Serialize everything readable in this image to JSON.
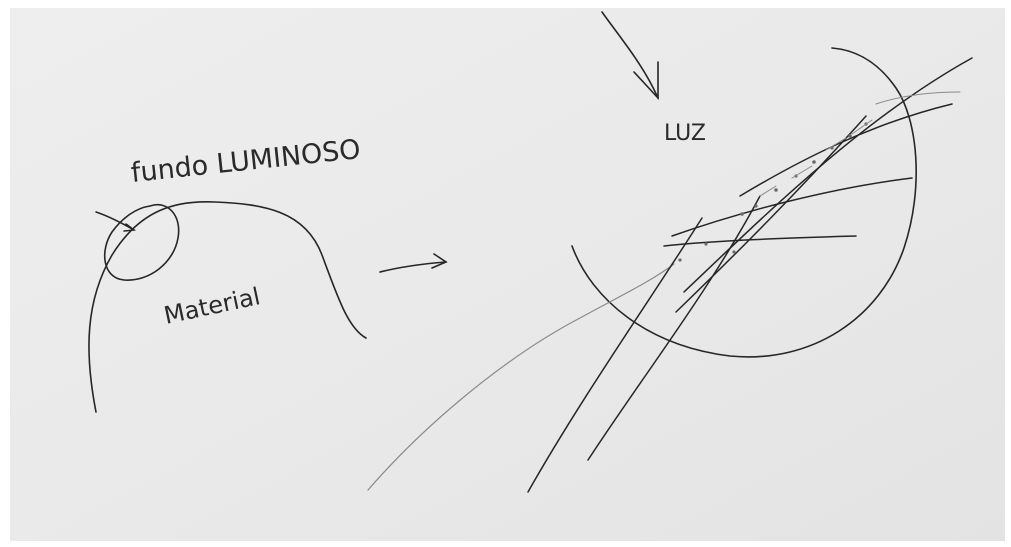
{
  "sketch": {
    "label_background": "fundo LUMINOSO",
    "label_material": "Material",
    "label_light": "LUZ",
    "colors": {
      "ink": "#262626",
      "pencil": "#8a8a8a",
      "paper": "#ebebeb",
      "surround": "#ffffff"
    }
  }
}
